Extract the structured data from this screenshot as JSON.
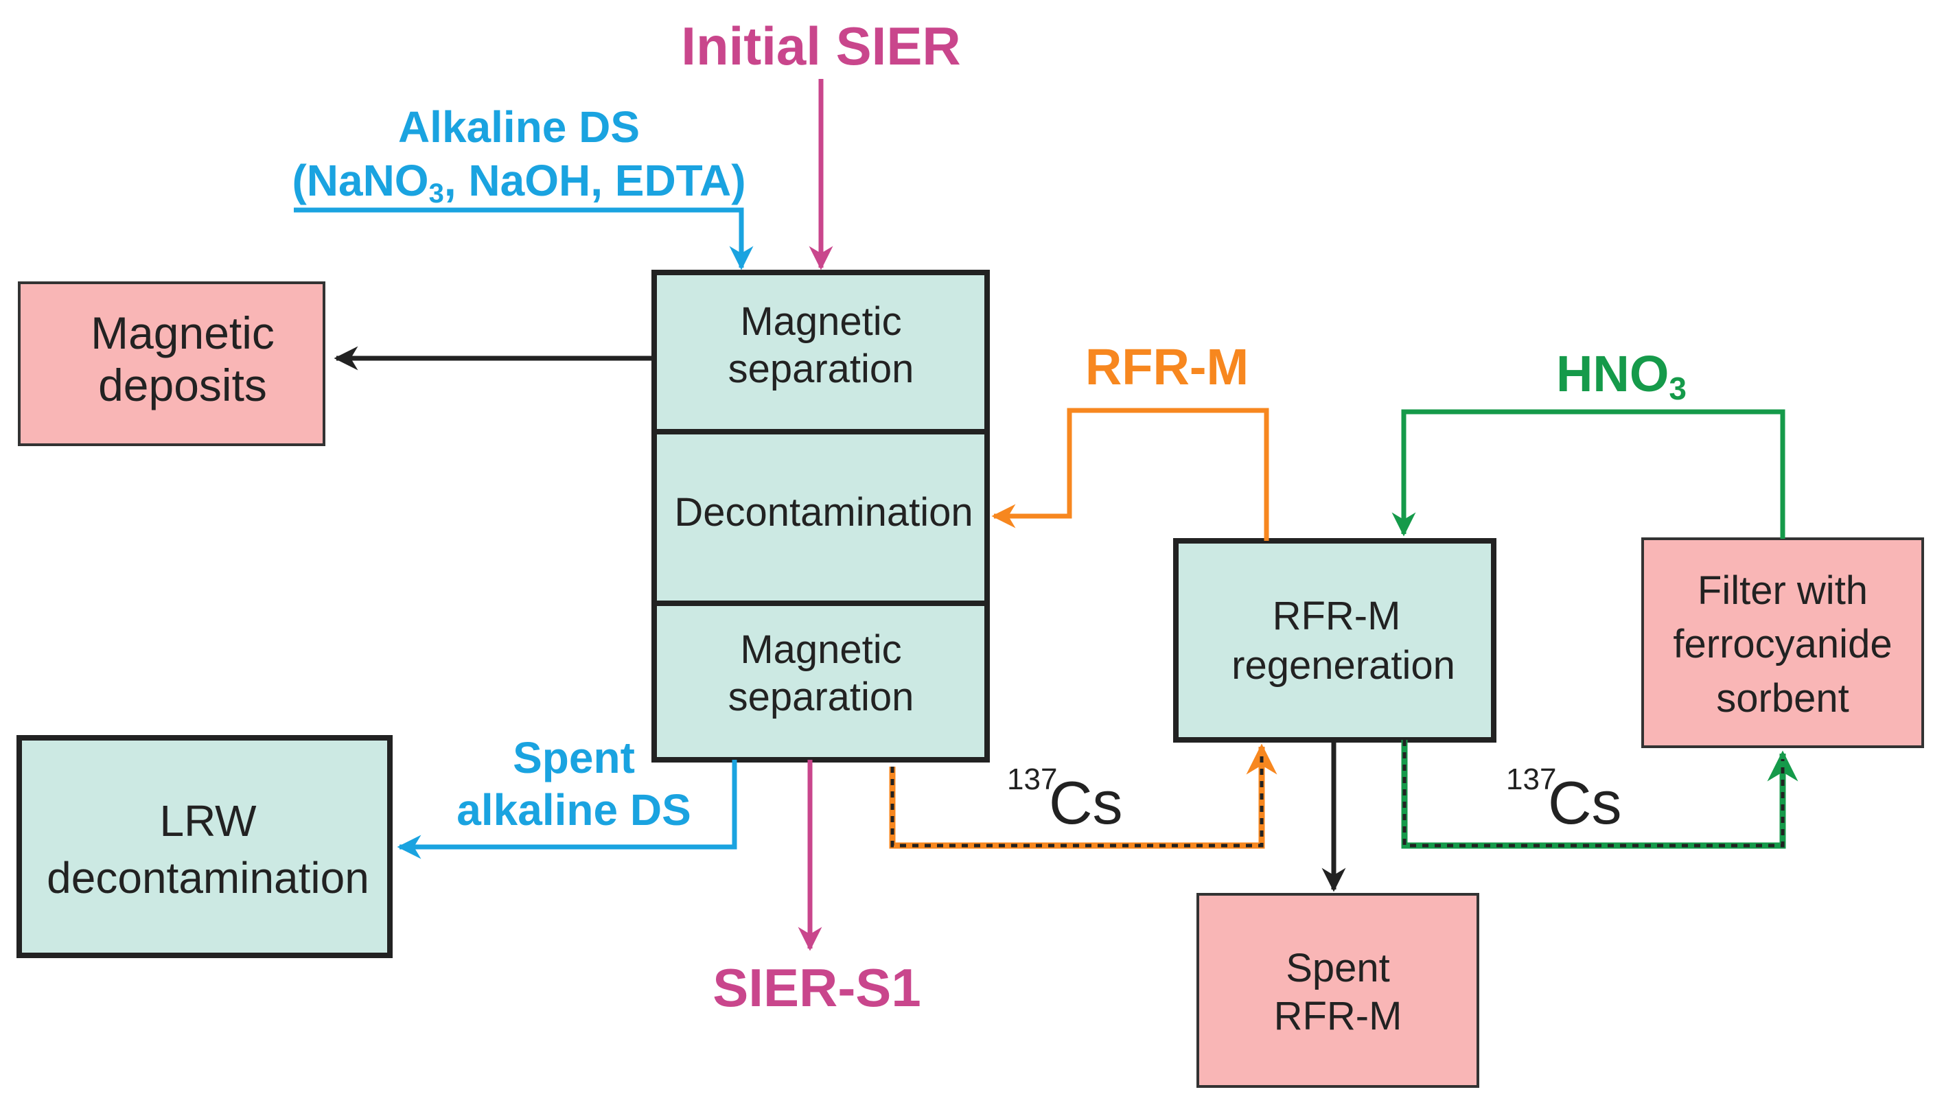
{
  "colors": {
    "teal_fill": "#cce9e3",
    "pink_fill": "#f9b6b6",
    "box_stroke": "#222222",
    "magenta": "#c9468c",
    "cyan": "#1aa3e0",
    "orange": "#f7871f",
    "green": "#159a4a",
    "black": "#222222"
  },
  "labels": {
    "initial_sier": "Initial SIER",
    "alkaline_ds_line1": "Alkaline DS",
    "alkaline_ds_line2_a": "(NaNO",
    "alkaline_ds_line2_sub": "3",
    "alkaline_ds_line2_b": ", NaOH, EDTA)",
    "rfr_m": "RFR-M",
    "hno3_a": "HNO",
    "hno3_sub": "3",
    "spent_alk_line1": "Spent",
    "spent_alk_line2": "alkaline DS",
    "sier_s1": "SIER-S1",
    "cs_sup": "137",
    "cs": "Cs"
  },
  "boxes": {
    "magnetic_deposits": [
      "Magnetic",
      "deposits"
    ],
    "magnetic_separation_top": [
      "Magnetic",
      "separation"
    ],
    "decontamination": "Decontamination",
    "magnetic_separation_bottom": [
      "Magnetic",
      "separation"
    ],
    "lrw_decontamination": [
      "LRW",
      "decontamination"
    ],
    "rfr_m_regeneration": [
      "RFR-M",
      "regeneration"
    ],
    "filter_ferrocyanide": [
      "Filter with",
      "ferrocyanide",
      "sorbent"
    ],
    "spent_rfr_m": [
      "Spent",
      "RFR-M"
    ]
  }
}
